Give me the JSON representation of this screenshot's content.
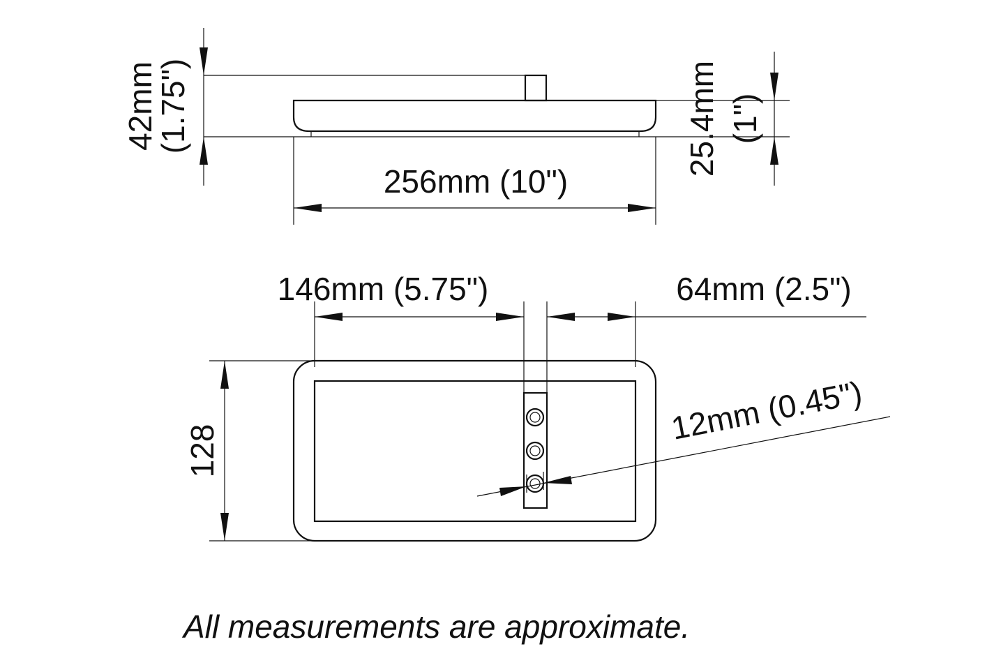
{
  "side_view": {
    "height_total": "42mm",
    "height_total_in": "(1.75\")",
    "height_base": "25.4mm",
    "height_base_in": "(1\")",
    "width": "256mm (10\")"
  },
  "top_view": {
    "offset_left": "146mm (5.75\")",
    "offset_right": "64mm (2.5\")",
    "depth": "128",
    "hole_diameter": "12mm (0.45\")"
  },
  "note": "All measurements are approximate.",
  "colors": {
    "ink": "#111111",
    "background": "#ffffff"
  }
}
